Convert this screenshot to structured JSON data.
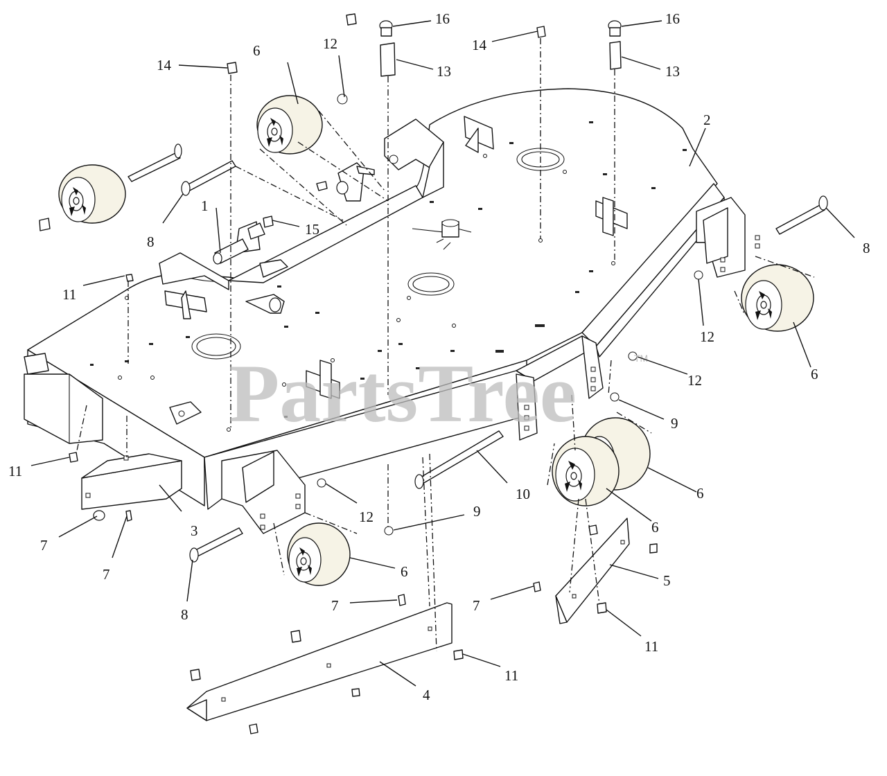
{
  "watermark": {
    "brand": "PartsTree",
    "trademark": "TM"
  },
  "callouts": [
    {
      "id": "c1",
      "label": "1"
    },
    {
      "id": "c2",
      "label": "2"
    },
    {
      "id": "c3",
      "label": "3"
    },
    {
      "id": "c4",
      "label": "4"
    },
    {
      "id": "c5",
      "label": "5"
    },
    {
      "id": "c6a",
      "label": "6"
    },
    {
      "id": "c6b",
      "label": "6"
    },
    {
      "id": "c6c",
      "label": "6"
    },
    {
      "id": "c6d",
      "label": "6"
    },
    {
      "id": "c6e",
      "label": "6"
    },
    {
      "id": "c7a",
      "label": "7"
    },
    {
      "id": "c7b",
      "label": "7"
    },
    {
      "id": "c7c",
      "label": "7"
    },
    {
      "id": "c7d",
      "label": "7"
    },
    {
      "id": "c8a",
      "label": "8"
    },
    {
      "id": "c8b",
      "label": "8"
    },
    {
      "id": "c8c",
      "label": "8"
    },
    {
      "id": "c9a",
      "label": "9"
    },
    {
      "id": "c9b",
      "label": "9"
    },
    {
      "id": "c10",
      "label": "10"
    },
    {
      "id": "c11a",
      "label": "11"
    },
    {
      "id": "c11b",
      "label": "11"
    },
    {
      "id": "c11c",
      "label": "11"
    },
    {
      "id": "c11d",
      "label": "11"
    },
    {
      "id": "c12a",
      "label": "12"
    },
    {
      "id": "c12b",
      "label": "12"
    },
    {
      "id": "c12c",
      "label": "12"
    },
    {
      "id": "c12d",
      "label": "12"
    },
    {
      "id": "c13a",
      "label": "13"
    },
    {
      "id": "c13b",
      "label": "13"
    },
    {
      "id": "c14a",
      "label": "14"
    },
    {
      "id": "c14b",
      "label": "14"
    },
    {
      "id": "c15",
      "label": "15"
    },
    {
      "id": "c16a",
      "label": "16"
    },
    {
      "id": "c16b",
      "label": "16"
    }
  ]
}
